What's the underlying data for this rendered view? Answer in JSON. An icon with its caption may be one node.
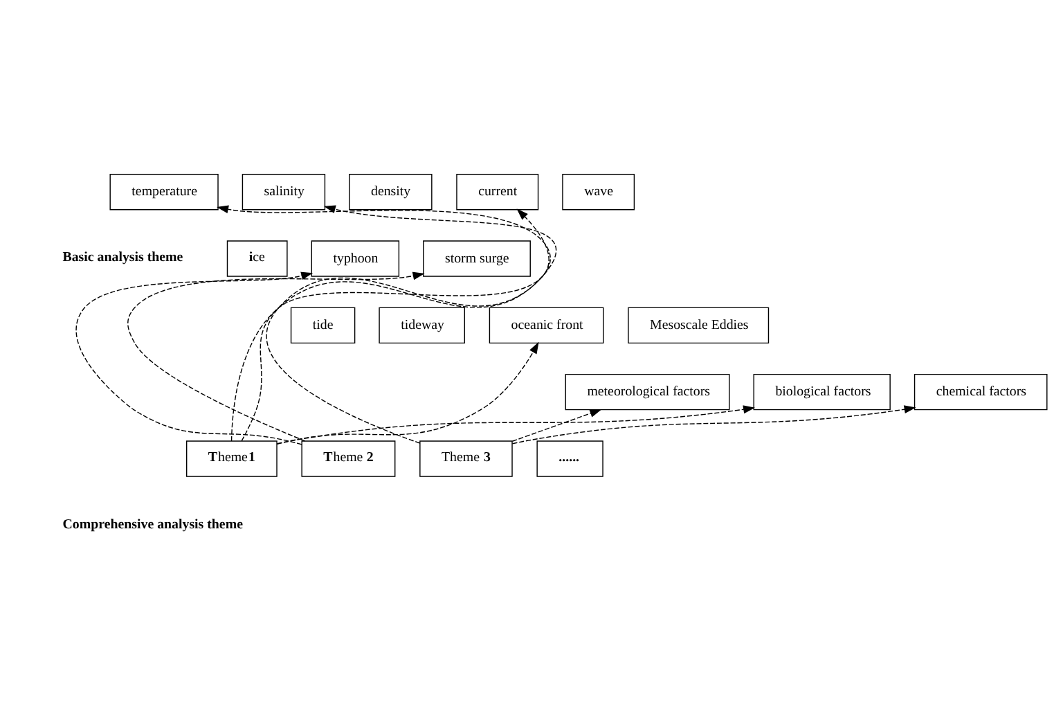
{
  "diagram": {
    "nodes": [
      {
        "text": [
          "temperature"
        ]
      },
      {
        "text": [
          "salinity"
        ]
      },
      {
        "text": [
          "density"
        ]
      },
      {
        "text": [
          "current"
        ]
      },
      {
        "text": [
          "wave"
        ]
      },
      {
        "text": [
          "**i**ce"
        ]
      },
      {
        "text": [
          "typhoon"
        ]
      },
      {
        "text": [
          "storm surge"
        ]
      },
      {
        "text": [
          "tide"
        ]
      },
      {
        "text": [
          "tideway"
        ]
      },
      {
        "text": [
          "oceanic front"
        ]
      },
      {
        "text": [
          "Mesoscale Eddies"
        ]
      },
      {
        "text": [
          "meteorological factors"
        ]
      },
      {
        "text": [
          "biological factors"
        ]
      },
      {
        "text": [
          "chemical factors"
        ]
      },
      {
        "text": [
          "**T**heme**1**"
        ]
      },
      {
        "text": [
          "**T**heme **2**"
        ]
      },
      {
        "text": [
          "Theme **3**"
        ]
      },
      {
        "text": [
          "**......**"
        ]
      }
    ],
    "edges": [
      {
        "from": 15,
        "to": 0,
        "arrow": "to",
        "style": "dashed"
      },
      {
        "from": 15,
        "to": 1,
        "arrow": "to",
        "style": "dashed"
      },
      {
        "from": 15,
        "to": 10,
        "arrow": "to",
        "style": "dashed"
      },
      {
        "from": 15,
        "to": 13,
        "arrow": "to",
        "style": "dashed"
      },
      {
        "from": 16,
        "to": 6,
        "arrow": "to",
        "style": "dashed"
      },
      {
        "from": 16,
        "to": 7,
        "arrow": "to",
        "style": "dashed"
      },
      {
        "from": 17,
        "to": 3,
        "arrow": "to",
        "style": "dashed"
      },
      {
        "from": 17,
        "to": 14,
        "arrow": "to",
        "style": "dashed"
      },
      {
        "from": 17,
        "to": 12,
        "arrow": "to",
        "style": "dashed"
      }
    ],
    "labels": [
      "**Basic analysis theme**",
      "**Comprehensive analysis theme**"
    ]
  }
}
